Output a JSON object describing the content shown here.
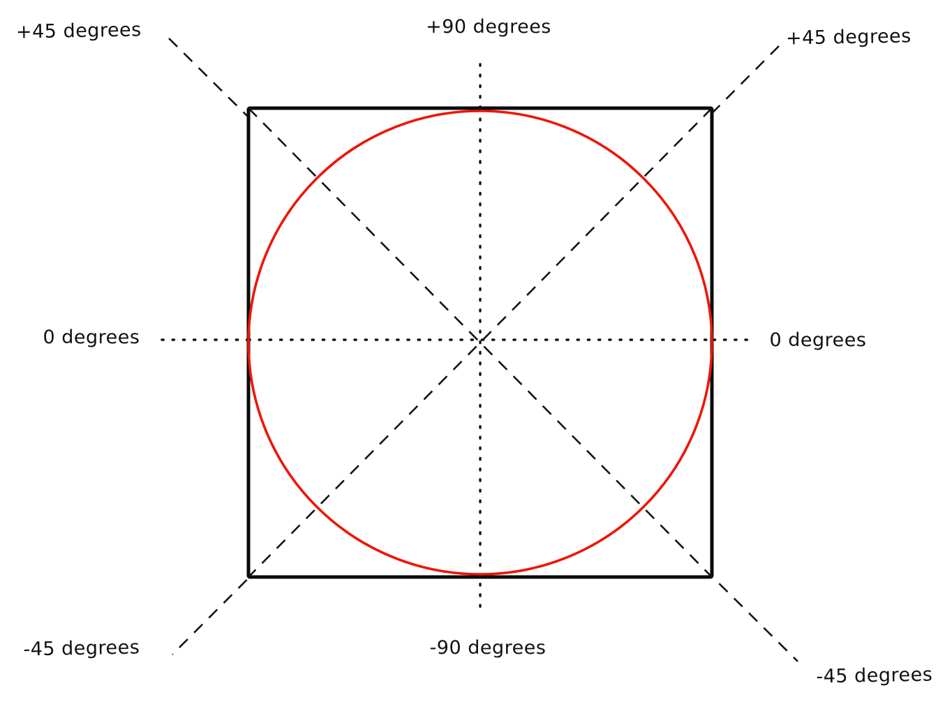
{
  "diagram": {
    "description": "Field-of-view angle diagram: square with inscribed circle and angle reference lines",
    "colors": {
      "square_stroke": "#0a0a0a",
      "circle_stroke": "#ed1607",
      "guide_stroke": "#141414",
      "text": "#111111",
      "background": "#ffffff"
    },
    "labels": {
      "top_left": "+45 degrees",
      "top_center": "+90 degrees",
      "top_right": "+45 degrees",
      "mid_left": "0 degrees",
      "mid_right": "0 degrees",
      "bottom_left": "-45 degrees",
      "bottom_center": "-90 degrees",
      "bottom_right": "-45 degrees"
    }
  }
}
